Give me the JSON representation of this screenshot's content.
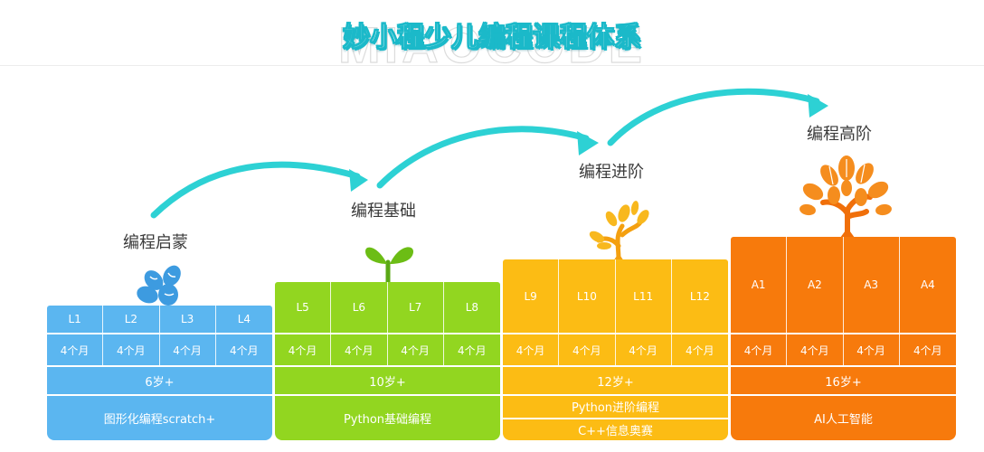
{
  "header": {
    "title": "妙小程少儿编程课程体系",
    "watermark": "MIAOCODE"
  },
  "colors": {
    "arrow": "#2dd1d4",
    "stage1": "#5bb6f0",
    "stage2": "#92d620",
    "stage3": "#fcbc14",
    "stage4": "#f77a0c"
  },
  "stages": [
    {
      "name": "编程启蒙",
      "levels": [
        "L1",
        "L2",
        "L3",
        "L4"
      ],
      "duration": "4个月",
      "age": "6岁+",
      "courses": [
        "图形化编程scratch+"
      ],
      "icon": "seed-icon"
    },
    {
      "name": "编程基础",
      "levels": [
        "L5",
        "L6",
        "L7",
        "L8"
      ],
      "duration": "4个月",
      "age": "10岁+",
      "courses": [
        "Python基础编程"
      ],
      "icon": "sprout-icon"
    },
    {
      "name": "编程进阶",
      "levels": [
        "L9",
        "L10",
        "L11",
        "L12"
      ],
      "duration": "4个月",
      "age": "12岁+",
      "courses": [
        "Python进阶编程",
        "C++信息奥赛"
      ],
      "icon": "sapling-icon"
    },
    {
      "name": "编程高阶",
      "levels": [
        "A1",
        "A2",
        "A3",
        "A4"
      ],
      "duration": "4个月",
      "age": "16岁+",
      "courses": [
        "AI人工智能"
      ],
      "icon": "tree-icon"
    }
  ]
}
